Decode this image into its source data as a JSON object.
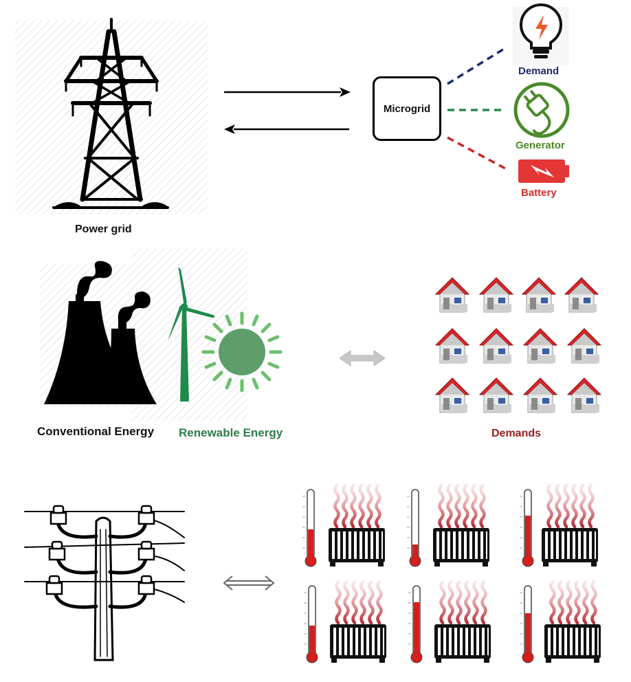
{
  "top": {
    "power_grid_label": "Power grid",
    "microgrid_label": "Microgrid",
    "demand_label": "Demand",
    "generator_label": "Generator",
    "battery_label": "Battery"
  },
  "middle": {
    "conventional_label": "Conventional Energy",
    "renewable_label": "Renewable Energy",
    "demands_label": "Demands"
  },
  "colors": {
    "demand": "#1f2a6b",
    "generator": "#4a8a2a",
    "battery": "#d62b2b",
    "renewable_text": "#2e7d4a",
    "demands_text": "#9b1c1c",
    "sun": "#5d9e6b",
    "turbine": "#1f8a4c",
    "house_roof": "#d9262b",
    "thermometer": "#d41f1f",
    "heat_wave": "#b3202a"
  },
  "icons": [
    "transmission-tower-icon",
    "lightbulb-icon",
    "plug-icon",
    "battery-icon",
    "power-plant-icon",
    "wind-turbine-icon",
    "sun-icon",
    "house-icon",
    "utility-pole-icon",
    "thermometer-icon",
    "radiator-icon"
  ]
}
